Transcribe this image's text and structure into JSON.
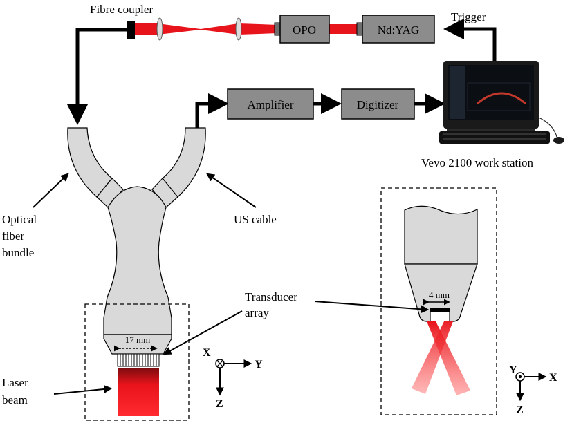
{
  "labels": {
    "fibre_coupler": "Fibre coupler",
    "trigger": "Trigger",
    "optical_fiber_1": "Optical",
    "optical_fiber_2": "fiber",
    "optical_fiber_3": "bundle",
    "us_cable": "US cable",
    "workstation": "Vevo 2100 work station",
    "transducer_1": "Transducer",
    "transducer_2": "array",
    "laser_1": "Laser",
    "laser_2": "beam",
    "width_left": "17 mm",
    "width_right": "4 mm"
  },
  "boxes": {
    "opo": "OPO",
    "ndyag": "Nd:YAG",
    "amplifier": "Amplifier",
    "digitizer": "Digitizer"
  },
  "axes_left": {
    "x": "X",
    "y": "Y",
    "z": "Z"
  },
  "axes_right": {
    "x": "X",
    "y": "Y",
    "z": "Z"
  },
  "colors": {
    "laser": "#e8141b",
    "box_fill": "#8c8c8c",
    "probe_fill": "#d9d9d9",
    "line": "#000000"
  }
}
